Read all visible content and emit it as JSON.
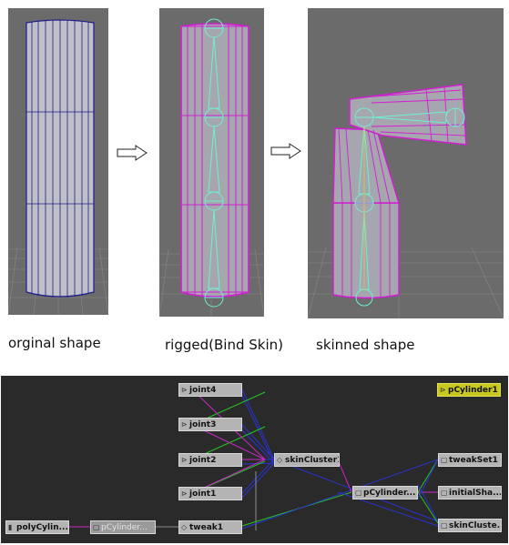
{
  "captions": {
    "original": "orginal shape",
    "rigged": "rigged(Bind Skin)",
    "skinned": "skinned shape"
  },
  "node_graph": {
    "nodes": {
      "joint4": "joint4",
      "joint3": "joint3",
      "joint2": "joint2",
      "joint1": "joint1",
      "skinCluster1": "skinCluster1",
      "pCylinderShape": "pCylinder...",
      "tweakSet1": "tweakSet1",
      "initialShading": "initialSha...",
      "skinClusterSet": "skinCluste...",
      "polyCylinder": "polyCylin...",
      "pCylinderOrig": "pCylinder...",
      "tweak1": "tweak1",
      "pCylinder1": "pCylinder1"
    },
    "icons": {
      "joint": "joint-icon",
      "deformer": "deformer-icon",
      "shape": "shape-icon",
      "set": "set-icon",
      "transform": "transform-icon"
    }
  },
  "colors": {
    "viewport_bg": "#6b6b6b",
    "wire_blue": "#1e1e8c",
    "rig_magenta": "#d21ed2",
    "joint_cyan": "#6ef0d2",
    "graph_bg": "#2a2a2a",
    "selected_node": "#c8c81e"
  }
}
